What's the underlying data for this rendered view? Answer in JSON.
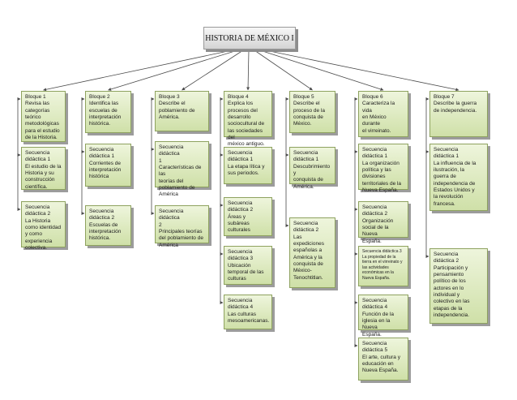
{
  "title": "HISTORIA DE MÉXICO I",
  "colors": {
    "box_top": "#eef5dc",
    "box_bottom": "#cfe0a8",
    "box_border": "#8ea25f",
    "connector": "#4a4a4a"
  },
  "columns": [
    {
      "head": "Bloque 1\nRevisa las\ncategorías\nteórico\nmetodológicas\npara el estudio\nde la Historia.",
      "items": [
        "Secuencia\ndidáctica 1\nEl estudio de la\nHistoria y su\nconstrucción\ncientífica.",
        "Secuencia\ndidáctica 2\nLa Historia\ncomo identidad\ny como\nexperiencia\ncolectiva."
      ]
    },
    {
      "head": "Bloque 2\nIdentifica las\nescuelas de\ninterpretación\nhistórica.",
      "items": [
        "Secuencia\ndidáctica 1\nCorrientes de\ninterpretación\nhistórica",
        "Secuencia\ndidáctica 2\nEscuelas de\ninterpretación\nhistórica."
      ]
    },
    {
      "head": "Bloque 3\nDescribe el\npoblamiento de\nAmérica.",
      "items": [
        "Secuencia didáctica\n1\nCaracterísticas de las\nteorías del\npoblamiento de\nAmérica",
        "Secuencia didáctica\n2\nPrincipales teorías\ndel poblamiento de\nAmérica"
      ]
    },
    {
      "head": "Bloque 4\nExplica los\nprocesos del\ndesarrollo\nsociocultural de\nlas sociedades del\nméxico antiguo.",
      "items": [
        "Secuencia\ndidáctica 1\nLa etapa lítica y\nsus periodos.",
        "Secuencia\ndidáctica 2\nÁreas y subáreas\nculturales",
        "Secuencia\ndidáctica 3\nUbicación\ntemporal de las\nculturas",
        "Secuencia\ndidáctica 4\nLas culturas\nmesoamericanas."
      ]
    },
    {
      "head": "Bloque 5\nDescribe el\nproceso de la\nconquista de\nMéxico.",
      "items": [
        "Secuencia\ndidáctica 1\nDescubrimiento y\nconquista de\nAmérica.",
        "Secuencia\ndidáctica 2\nLas expediciones\nespañolas a\nAmérica y la\nconquista de\nMéxico-\nTenochtitlan."
      ]
    },
    {
      "head": "Bloque 6\nCaracteriza la vida\nen México durante\nel virreinato.",
      "items": [
        "Secuencia\ndidáctica 1\nLa organización\npolítica y las\ndivisiones\nterritoriales de la\nNueva España.",
        "Secuencia\ndidáctica 2\nOrganización\nsocial de la Nueva\nEspaña.",
        "Secuencia didáctica 3\nLa propiedad de la\ntierra en el virreinato y\nlas actividades\neconómicas en la\nNueva España.",
        "Secuencia\ndidáctica 4\nFunción de la\niglesia en la Nueva\nEspaña.",
        "Secuencia\ndidáctica 5\nEl arte, cultura y\neducación en\nNueva España."
      ]
    },
    {
      "head": "Bloque 7\nDescribe la guerra\nde independencia.",
      "items": [
        "Secuencia\ndidáctica 1\nLa influencia de la\nilustración, la\nguerra de\nindependencia de\nEstados Unidos y\nla revolución\nfrancesa.",
        "Secuencia\ndidáctica 2\nParticipación y\npensamiento\npolítico de los\nactores en lo\nindividual y\ncolectivo en las\netapas  de la\nindependencia."
      ]
    }
  ]
}
